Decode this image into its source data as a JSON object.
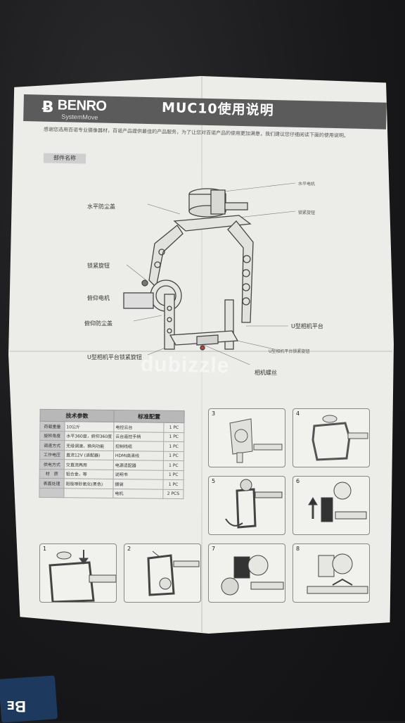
{
  "header": {
    "brand": "BENRO",
    "brand_sub": "SystemMove",
    "title": "MUC10使用说明"
  },
  "intro_text": "感谢您选用百诺专业摄像器材，百诺产品提供最佳的产品服务，为了让您对百诺产品的使用更加满意，我们建议您仔细阅读下面的使用说明。",
  "parts_section": "部件名称",
  "parts": {
    "pan_motor": "水平电机",
    "pan_dust_cover": "水平防尘盖",
    "lock_knob_right": "锁紧旋钮",
    "lock_knob_left": "锁紧旋钮",
    "tilt_motor": "俯仰电机",
    "tilt_dust_cover": "俯仰防尘盖",
    "u_platform": "U型相机平台",
    "u_platform_lock_left": "U型相机平台锁紧旋钮",
    "u_platform_lock_right": "U型相机平台锁紧旋钮",
    "camera_screw": "相机螺丝"
  },
  "specs": {
    "header_left": "技术参数",
    "header_right": "标准配置",
    "rows": [
      {
        "k": "荷载重量",
        "v": "10公斤",
        "item": "电控云台",
        "qty": "1 PC"
      },
      {
        "k": "旋转角度",
        "v": "水平360度，俯仰360度",
        "item": "云台遥控手柄",
        "qty": "1 PC"
      },
      {
        "k": "调速方式",
        "v": "无级调速，换向功能",
        "item": "控制线缆",
        "qty": "1 PC"
      },
      {
        "k": "工作电压",
        "v": "直流12V (适配器)",
        "item": "HDMI高清线",
        "qty": "1 PC"
      },
      {
        "k": "供电方式",
        "v": "交直流两用",
        "item": "电源适配器",
        "qty": "1 PC"
      },
      {
        "k": "材　质",
        "v": "铝合金，等",
        "item": "说明书",
        "qty": "1 PC"
      },
      {
        "k": "表面处理",
        "v": "阳极喷砂氧化(黑色)",
        "item": "摄袋",
        "qty": "1 PC"
      },
      {
        "k": "",
        "v": "",
        "item": "电机",
        "qty": "2 PCS"
      }
    ]
  },
  "steps": [
    "1",
    "2",
    "3",
    "4",
    "5",
    "6",
    "7",
    "8"
  ],
  "watermark": "dubizzle",
  "bottom_badge": "Bᴇ"
}
